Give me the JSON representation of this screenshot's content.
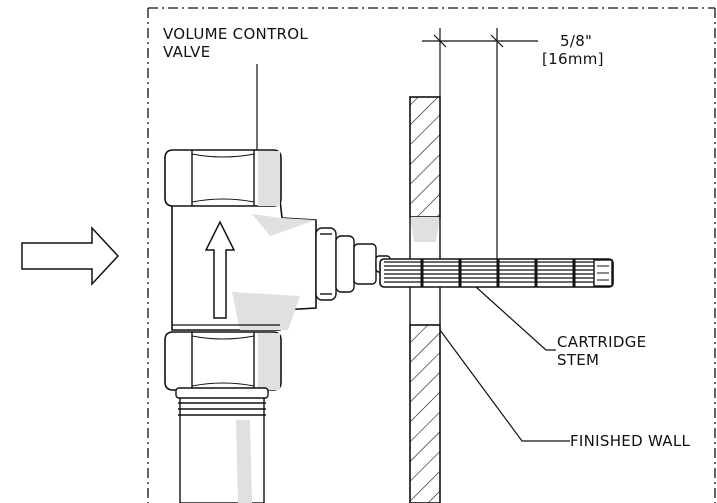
{
  "labels": {
    "valve_line1": "VOLUME CONTROL",
    "valve_line2": "VALVE",
    "dim_line1": "5/8\"",
    "dim_line2": "[16mm]",
    "stem_line1": "CARTRIDGE",
    "stem_line2": "STEM",
    "wall": "FINISHED WALL"
  },
  "colors": {
    "line": "#111111",
    "shade": "#e0e0e0",
    "background": "#ffffff"
  }
}
